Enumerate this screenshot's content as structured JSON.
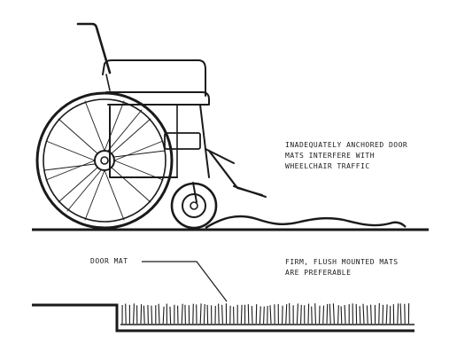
{
  "annotations": {
    "top_note": [
      "INADEQUATELY ANCHORED DOOR",
      "MATS INTERFERE WITH",
      "WHEELCHAIR TRAFFIC"
    ],
    "door_mat_label": "DOOR MAT",
    "bottom_note": [
      "FIRM, FLUSH MOUNTED MATS",
      "ARE PREFERABLE"
    ]
  },
  "icons": {
    "wheelchair": "wheelchair-icon",
    "loose_mat": "loose-mat-icon",
    "flush_mat": "flush-mat-icon"
  },
  "colors": {
    "ink": "#1a1a1a",
    "background": "#ffffff"
  }
}
